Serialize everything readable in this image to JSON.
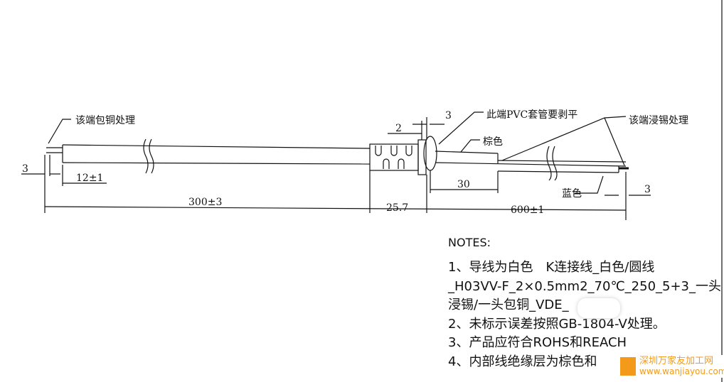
{
  "labels": {
    "copper_end": "该端包铜处理",
    "pvc_end": "此端PVC套管要剥平",
    "tin_end": "该端浸锡处理",
    "brown": "棕色",
    "blue": "蓝色"
  },
  "dimensions": {
    "left_tip": "3",
    "strip": "12±1",
    "length_left": "300±3",
    "connector": "25.7",
    "length_right": "600±1",
    "flange": "2",
    "gap": "3",
    "sleeve": "30",
    "right_tip": "3"
  },
  "notes": {
    "title": "NOTES:",
    "lines": [
      "1、导线为白色　K连接线_白色/圆线",
      "_H03VV-F_2×0.5mm2_70℃_250_5+3_一头",
      "浸锡/一头包铜_VDE_",
      "2、未标示误差按照GB-1804-V处理。",
      "3、产品应符合ROHS和REACH",
      "4、内部线绝缘层为棕色和"
    ]
  },
  "watermark": {
    "name": "深圳万家友加工网",
    "url": "www.wanjiayou.com"
  }
}
